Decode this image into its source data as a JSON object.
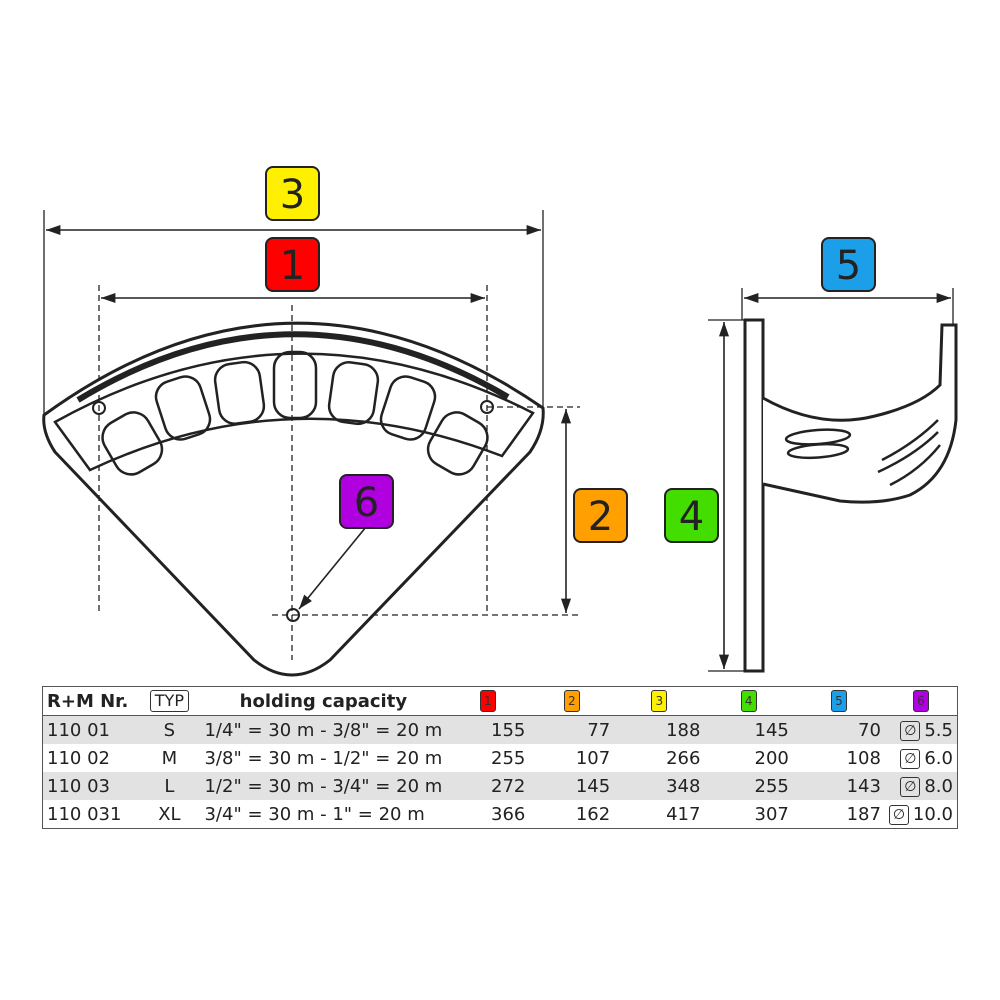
{
  "badges": [
    {
      "label": "3",
      "color": "#fff000"
    },
    {
      "label": "1",
      "color": "#ff0000"
    },
    {
      "label": "6",
      "color": "#b000e0"
    },
    {
      "label": "2",
      "color": "#ff9f00"
    },
    {
      "label": "4",
      "color": "#44dd00"
    },
    {
      "label": "5",
      "color": "#1a9fe8"
    }
  ],
  "table": {
    "headers": {
      "nr": "R+M Nr.",
      "typ": "TYP",
      "capacity": "holding capacity",
      "c1": "1",
      "c2": "2",
      "c3": "3",
      "c4": "4",
      "c5": "5",
      "c6": "6"
    },
    "header_colors": {
      "c1": "#ff0000",
      "c2": "#ff9f00",
      "c3": "#fff000",
      "c4": "#44dd00",
      "c5": "#1a9fe8",
      "c6": "#b000e0"
    },
    "diameter_symbol": "∅",
    "rows": [
      {
        "nr": "110 01",
        "typ": "S",
        "capacity": "1/4\" = 30 m - 3/8\" = 20 m",
        "c1": "155",
        "c2": "77",
        "c3": "188",
        "c4": "145",
        "c5": "70",
        "c6": "5.5"
      },
      {
        "nr": "110 02",
        "typ": "M",
        "capacity": "3/8\" = 30 m - 1/2\" = 20 m",
        "c1": "255",
        "c2": "107",
        "c3": "266",
        "c4": "200",
        "c5": "108",
        "c6": "6.0"
      },
      {
        "nr": "110 03",
        "typ": "L",
        "capacity": "1/2\" = 30 m - 3/4\" = 20 m",
        "c1": "272",
        "c2": "145",
        "c3": "348",
        "c4": "255",
        "c5": "143",
        "c6": "8.0"
      },
      {
        "nr": "110 031",
        "typ": "XL",
        "capacity": "3/4\" = 30 m -   1\" = 20 m",
        "c1": "366",
        "c2": "162",
        "c3": "417",
        "c4": "307",
        "c5": "187",
        "c6": "10.0"
      }
    ]
  }
}
